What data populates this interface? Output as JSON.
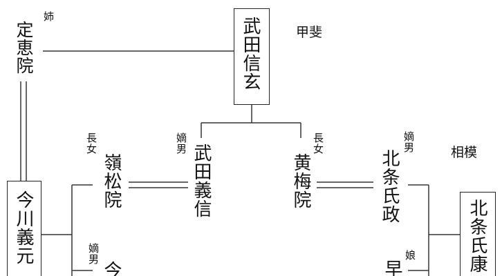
{
  "diagram": {
    "regions": {
      "kai": "甲斐",
      "sagami": "相模"
    },
    "persons": {
      "shingen": {
        "name": "武田信玄"
      },
      "jokein": {
        "name": "定恵院",
        "relation": "姉"
      },
      "yoshimoto": {
        "name": "今川義元"
      },
      "reishoin": {
        "name": "嶺松院",
        "relation": "長女"
      },
      "yoshinobu": {
        "name": "武田義信",
        "relation": "嫡男"
      },
      "obaiin": {
        "name": "黄梅院",
        "relation": "長女"
      },
      "ujimasa": {
        "name": "北条氏政",
        "relation": "嫡男"
      },
      "ujiyasu": {
        "name": "北条氏康"
      },
      "imagawa_son": {
        "name": "今",
        "relation": "嫡男"
      },
      "hojo_daughter": {
        "name": "早",
        "relation": "娘"
      }
    }
  }
}
